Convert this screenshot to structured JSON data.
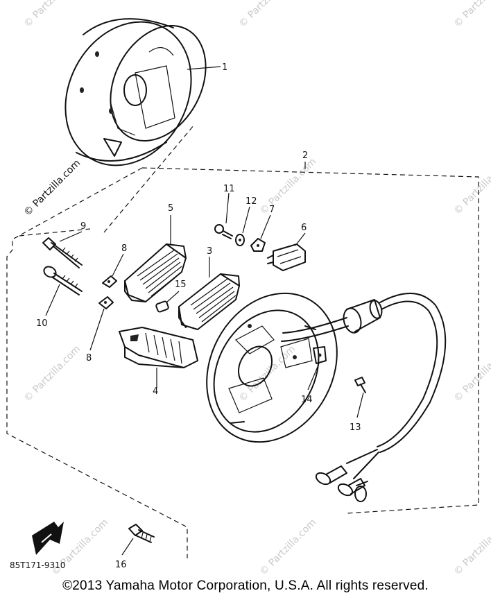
{
  "watermark": "© Partzilla.com",
  "callouts": {
    "c1": "1",
    "c2": "2",
    "c3": "3",
    "c4": "4",
    "c5": "5",
    "c6": "6",
    "c7": "7",
    "c8a": "8",
    "c8b": "8",
    "c9": "9",
    "c10": "10",
    "c11": "11",
    "c12": "12",
    "c13": "13",
    "c14": "14",
    "c15": "15",
    "c16": "16"
  },
  "figure_code": "85T171-9310",
  "copyright": "©2013  Yamaha Motor Corporation, U.S.A. All rights reserved."
}
